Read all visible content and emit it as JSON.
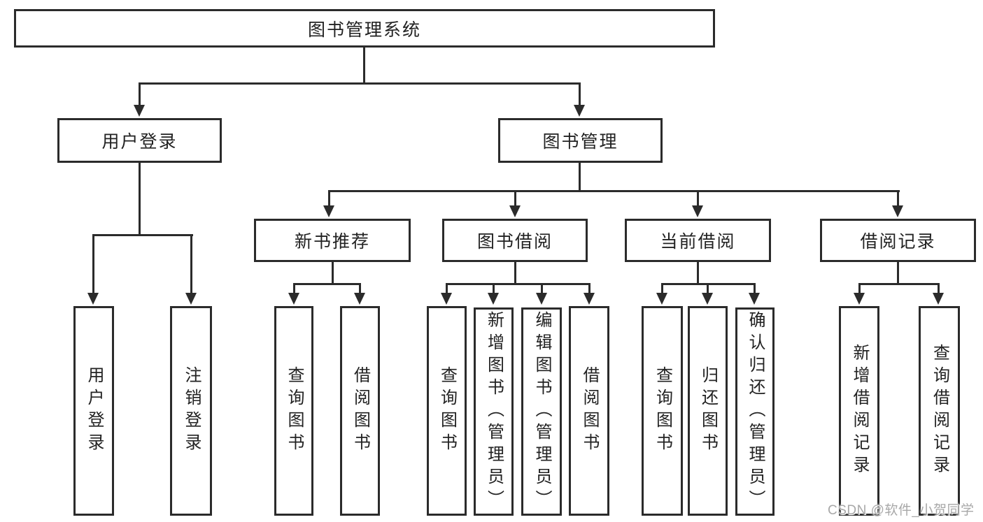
{
  "diagram_title": "图书管理系统",
  "nodes": {
    "root": "图书管理系统",
    "user_login": "用户登录",
    "book_mgmt": "图书管理",
    "new_book_rec": "新书推荐",
    "book_borrow": "图书借阅",
    "current_borrow": "当前借阅",
    "borrow_records": "借阅记录",
    "leaf_user_login": "用户登录",
    "leaf_logout": "注销登录",
    "nb_query_books": "查询图书",
    "nb_borrow_books": "借阅图书",
    "bb_query_books": "查询图书",
    "bb_add_books": "新增图书（管理员）",
    "bb_edit_books": "编辑图书（管理员）",
    "bb_borrow_books": "借阅图书",
    "cb_query_books": "查询图书",
    "cb_return_books": "归还图书",
    "cb_confirm_return": "确认归还（管理员）",
    "br_add_record": "新增借阅记录",
    "br_query_record": "查询借阅记录"
  },
  "edges": [
    [
      "root",
      "user_login"
    ],
    [
      "root",
      "book_mgmt"
    ],
    [
      "user_login",
      "leaf_user_login"
    ],
    [
      "user_login",
      "leaf_logout"
    ],
    [
      "book_mgmt",
      "new_book_rec"
    ],
    [
      "book_mgmt",
      "book_borrow"
    ],
    [
      "book_mgmt",
      "current_borrow"
    ],
    [
      "book_mgmt",
      "borrow_records"
    ],
    [
      "new_book_rec",
      "nb_query_books"
    ],
    [
      "new_book_rec",
      "nb_borrow_books"
    ],
    [
      "book_borrow",
      "bb_query_books"
    ],
    [
      "book_borrow",
      "bb_add_books"
    ],
    [
      "book_borrow",
      "bb_edit_books"
    ],
    [
      "book_borrow",
      "bb_borrow_books"
    ],
    [
      "current_borrow",
      "cb_query_books"
    ],
    [
      "current_borrow",
      "cb_return_books"
    ],
    [
      "current_borrow",
      "cb_confirm_return"
    ],
    [
      "borrow_records",
      "br_add_record"
    ],
    [
      "borrow_records",
      "br_query_record"
    ]
  ],
  "watermark": "CSDN @软件_小贺同学",
  "colors": {
    "line": "#2b2b2b",
    "text": "#222222",
    "watermark": "#a8a8a8",
    "background": "#ffffff"
  }
}
